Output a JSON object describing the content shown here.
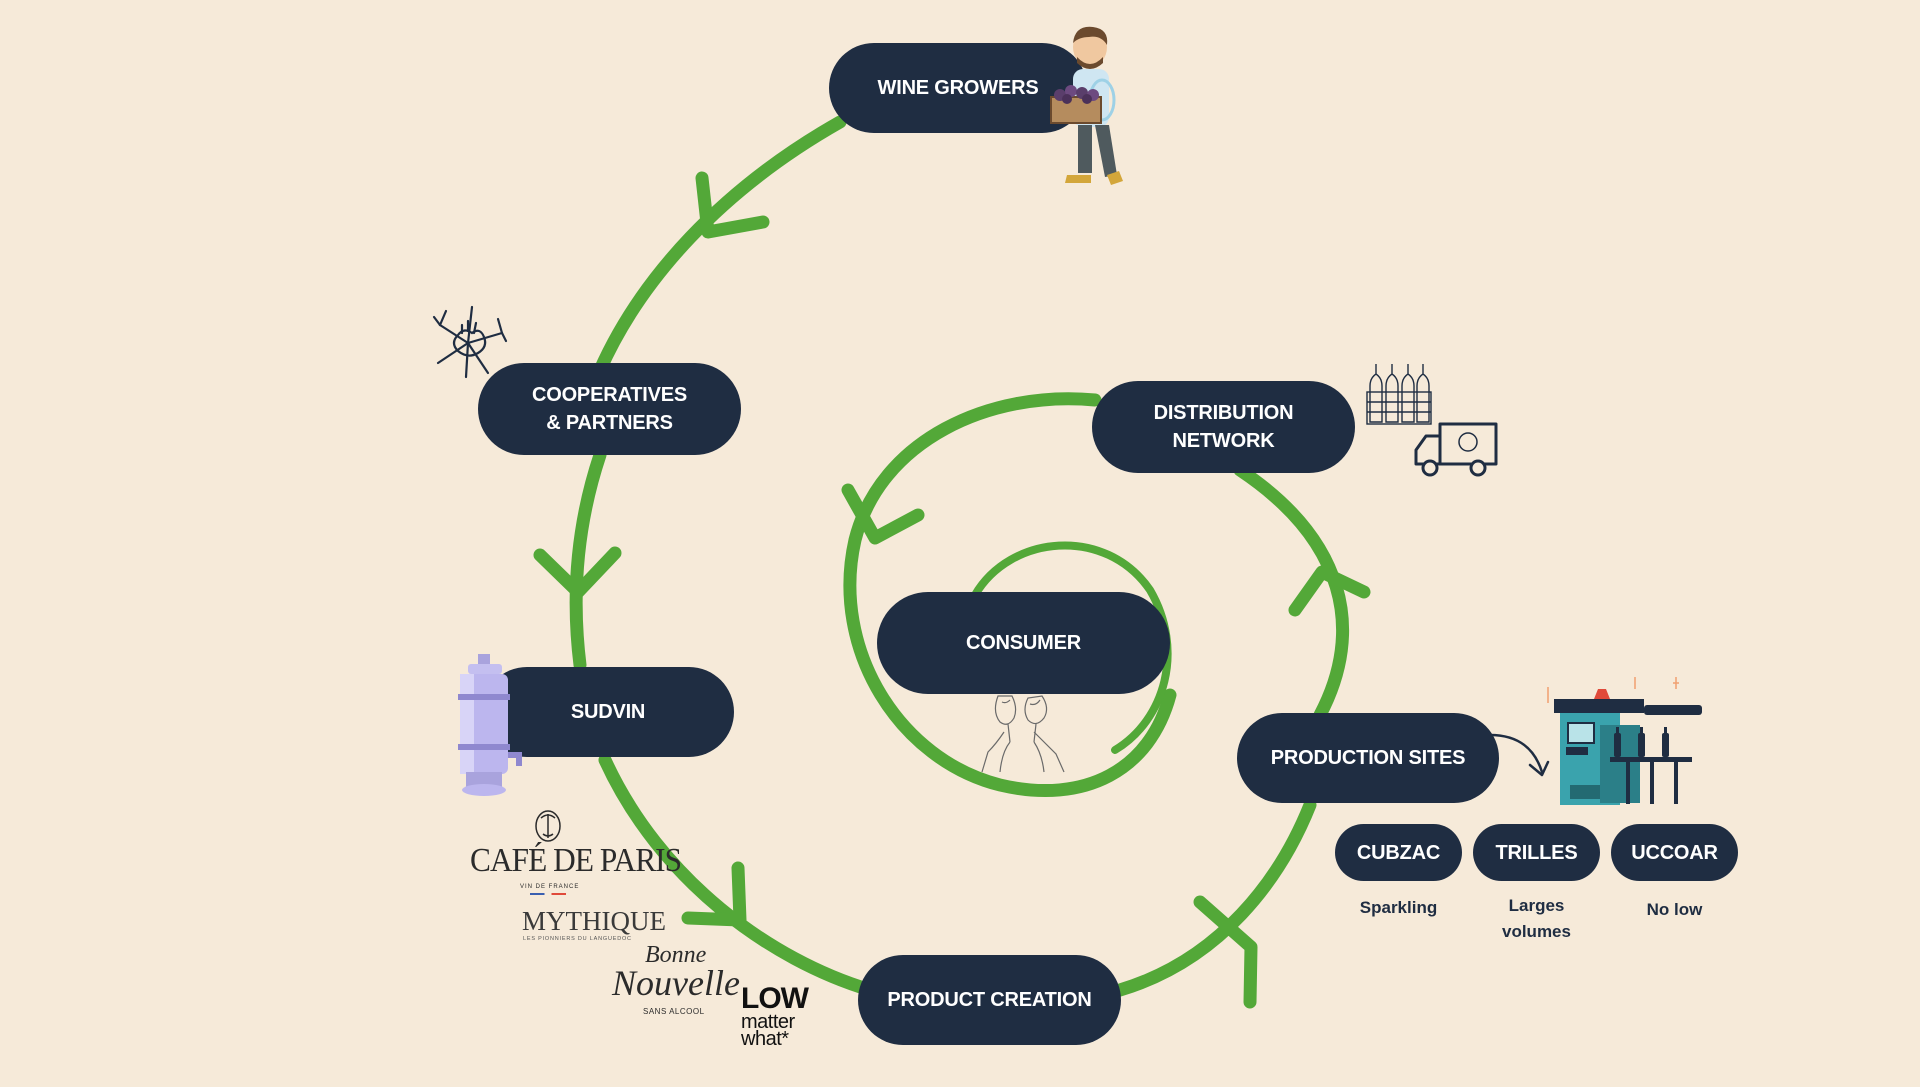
{
  "colors": {
    "background": "#f6ead9",
    "pill": "#1f2d42",
    "arrow": "#53a838",
    "pill_text": "#ffffff"
  },
  "nodes": {
    "wine_growers": "WINE GROWERS",
    "cooperatives": "COOPERATIVES\n& PARTNERS",
    "sudvin": "SUDVIN",
    "product_creation": "PRODUCT CREATION",
    "production_sites": "PRODUCTION SITES",
    "distribution": "DISTRIBUTION\nNETWORK",
    "consumer": "CONSUMER"
  },
  "sites": [
    {
      "name": "CUBZAC",
      "caption": "Sparkling"
    },
    {
      "name": "TRILLES",
      "caption": "Larges\nvolumes"
    },
    {
      "name": "UCCOAR",
      "caption": "No low"
    }
  ],
  "brands": {
    "cafe_de_paris": "CAFÉ DE PARIS",
    "cafe_de_paris_sub": "VIN DE FRANCE",
    "mythique": "MYTHIQUE",
    "mythique_sub": "LES PIONNIERS DU LANGUEDOC",
    "bonne": "Bonne",
    "nouvelle": "Nouvelle",
    "bonne_nouvelle_sub": "SANS ALCOOL",
    "low_1": "LOW",
    "low_2": "matter",
    "low_3": "what*"
  },
  "icons": [
    "farmer-with-grape-crate-icon",
    "team-hands-icon",
    "wine-tank-icon",
    "wine-bottles-crate-icon",
    "delivery-truck-icon",
    "bottling-machine-icon",
    "cheers-glasses-icon"
  ]
}
